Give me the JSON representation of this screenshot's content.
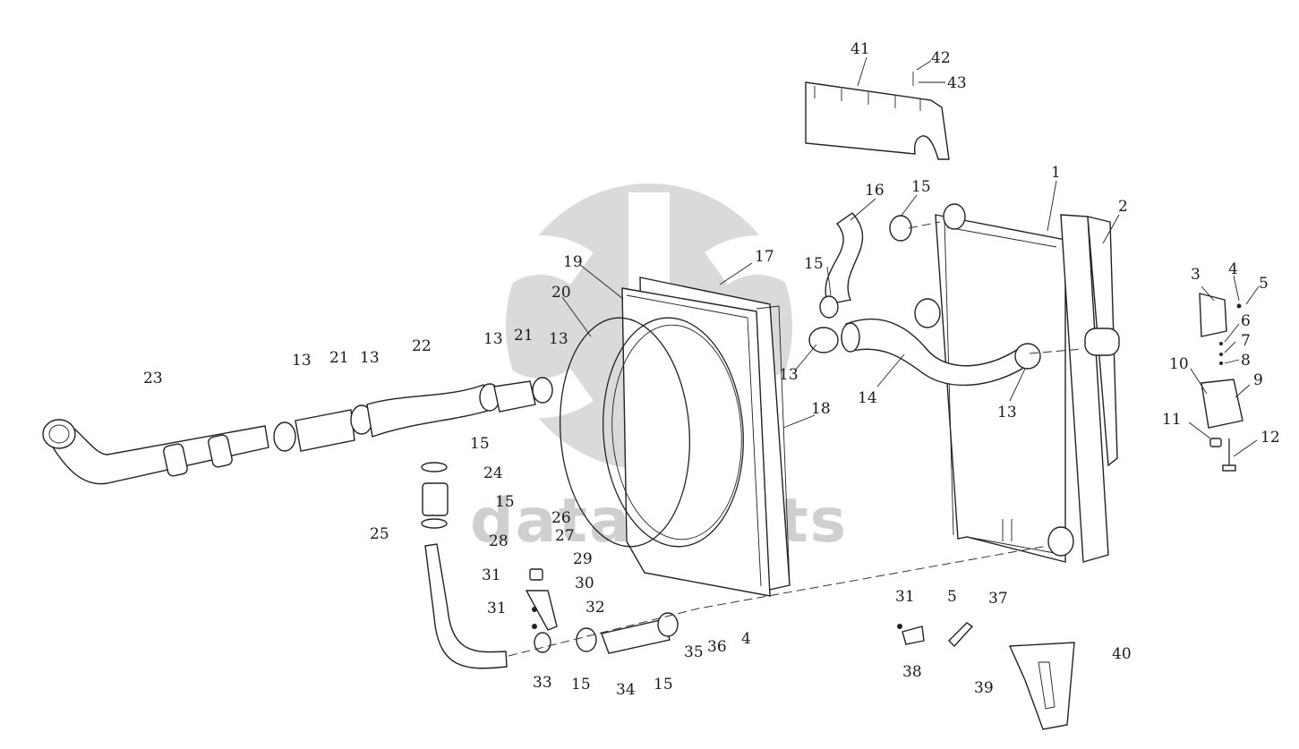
{
  "watermark": {
    "text": "data-parts",
    "color": "#d0d0d0"
  },
  "header_mark": "",
  "callouts": [
    "1",
    "2",
    "3",
    "4",
    "5",
    "6",
    "7",
    "8",
    "9",
    "10",
    "11",
    "12",
    "13",
    "14",
    "15",
    "16",
    "17",
    "18",
    "19",
    "20",
    "21",
    "22",
    "23",
    "24",
    "25",
    "26",
    "27",
    "28",
    "29",
    "30",
    "31",
    "32",
    "33",
    "34",
    "35",
    "36",
    "37",
    "38",
    "39",
    "40",
    "41",
    "42",
    "43"
  ]
}
